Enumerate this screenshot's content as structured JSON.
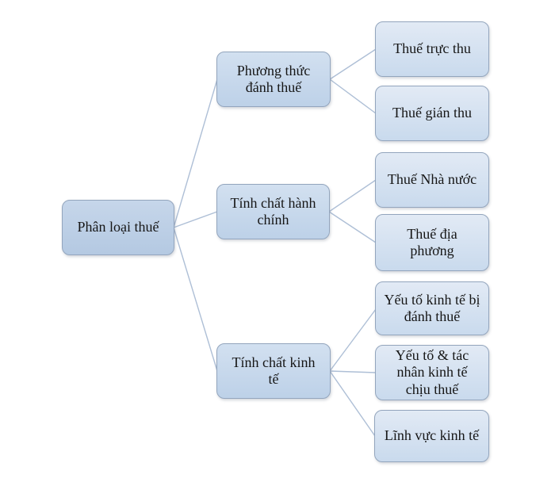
{
  "diagram": {
    "title": "Phân loại thuế",
    "root": {
      "label": "Phân loại thuế"
    },
    "branches": [
      {
        "label": "Phương thức\nđánh thuế",
        "children": [
          {
            "label": "Thuế trực thu"
          },
          {
            "label": "Thuế gián thu"
          }
        ]
      },
      {
        "label": "Tính chất hành\nchính",
        "children": [
          {
            "label": "Thuế Nhà nước"
          },
          {
            "label": "Thuế địa\nphương"
          }
        ]
      },
      {
        "label": "Tính chất kinh\ntế",
        "children": [
          {
            "label": "Yếu tố kinh tế bị\nđánh thuế"
          },
          {
            "label": "Yếu tố & tác\nnhân kinh tế\nchịu thuế"
          },
          {
            "label": "Lĩnh vực kinh tế"
          }
        ]
      }
    ],
    "colors": {
      "background": "#ffffff",
      "node_border": "#93a5bd",
      "node_fill_light": "#e2eaf5",
      "node_fill_dark": "#b4c9e2",
      "connector": "#aebfd6",
      "text": "#161616"
    }
  }
}
